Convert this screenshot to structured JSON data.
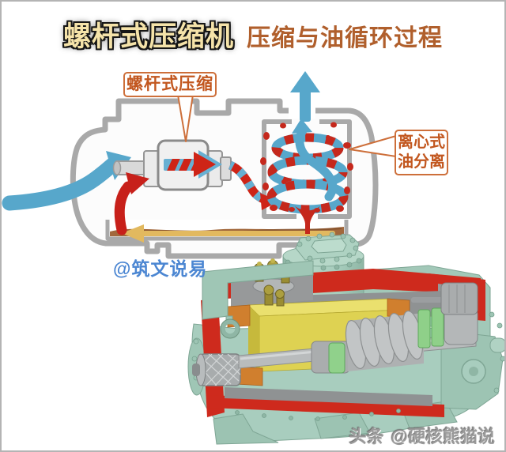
{
  "header": {
    "title": "螺杆式压缩机",
    "subtitle": "压缩与油循环过程"
  },
  "callouts": {
    "screw_compression": "螺杆式压缩",
    "oil_separation": [
      "离心式",
      "油分离"
    ]
  },
  "watermark": "@筑文说易",
  "branding": {
    "logo": "头条",
    "handle": "@硬核熊猫说"
  },
  "icons": [
    "suction-arrow-icon",
    "compression-arrow-icon",
    "oil-gas-ribbon-icon",
    "separation-spiral-icon",
    "discharge-arrow-icon",
    "oil-return-arrow-icon",
    "oil-flow-arrow-icon",
    "oil-drip-icon"
  ],
  "colors": {
    "title": "#f5e3a9",
    "subtitle": "#b05f2c",
    "callout_text": "#c2571f",
    "callout_border": "#cd6f3a",
    "suction_flow": "#57a7cb",
    "oil_flow_red": "#c5281c",
    "oil_sump_brown": "#a2683c",
    "oil_return_yellow": "#e2b95f",
    "tank_wall_gray": "#a9a9a9",
    "compressor_body_mint": "#a8cdbe",
    "cutaway_red": "#ce2a1d",
    "motor_winding_yellow": "#ded252",
    "bearing_green": "#8fd089",
    "watermark_blue": "#4b86d2",
    "branding_gray": "#9a9a9a"
  }
}
